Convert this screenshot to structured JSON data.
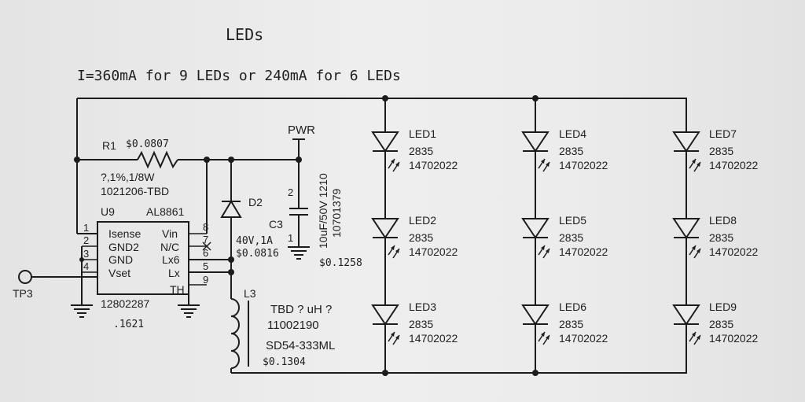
{
  "title": "LEDs",
  "subtitle": "I=360mA for 9 LEDs or 240mA for 6 LEDs",
  "power_net": "PWR",
  "resistor": {
    "ref": "R1",
    "price": "$0.0807",
    "value": "?,1%,1/8W",
    "part": "1021206-TBD"
  },
  "ic": {
    "ref": "U9",
    "part": "AL8861",
    "number": "12802287",
    "price": ".1621",
    "left_pins": [
      {
        "num": "1",
        "name": "Isense"
      },
      {
        "num": "2",
        "name": "GND2"
      },
      {
        "num": "3",
        "name": "GND"
      },
      {
        "num": "4",
        "name": "Vset"
      }
    ],
    "right_pins": [
      {
        "num": "8",
        "name": "Vin"
      },
      {
        "num": "7",
        "name": "N/C"
      },
      {
        "num": "6",
        "name": "Lx6"
      },
      {
        "num": "5",
        "name": "Lx"
      },
      {
        "num": "9",
        "name": "TH"
      }
    ]
  },
  "diode": {
    "ref": "D2",
    "rating": "40V,1A",
    "price": "$0.0816"
  },
  "capacitor": {
    "ref": "C3",
    "pin2": "2",
    "pin1": "1",
    "value": "10uF/50V 1210",
    "part": "10701379",
    "price": "$0.1258"
  },
  "inductor": {
    "ref": "L3",
    "value": "TBD ? uH ?",
    "part": "11002190",
    "model": "SD54-333ML",
    "price": "$0.1304"
  },
  "testpoint": {
    "ref": "TP3"
  },
  "leds": [
    {
      "ref": "LED1",
      "pkg": "2835",
      "part": "14702022"
    },
    {
      "ref": "LED2",
      "pkg": "2835",
      "part": "14702022"
    },
    {
      "ref": "LED3",
      "pkg": "2835",
      "part": "14702022"
    },
    {
      "ref": "LED4",
      "pkg": "2835",
      "part": "14702022"
    },
    {
      "ref": "LED5",
      "pkg": "2835",
      "part": "14702022"
    },
    {
      "ref": "LED6",
      "pkg": "2835",
      "part": "14702022"
    },
    {
      "ref": "LED7",
      "pkg": "2835",
      "part": "14702022"
    },
    {
      "ref": "LED8",
      "pkg": "2835",
      "part": "14702022"
    },
    {
      "ref": "LED9",
      "pkg": "2835",
      "part": "14702022"
    }
  ]
}
